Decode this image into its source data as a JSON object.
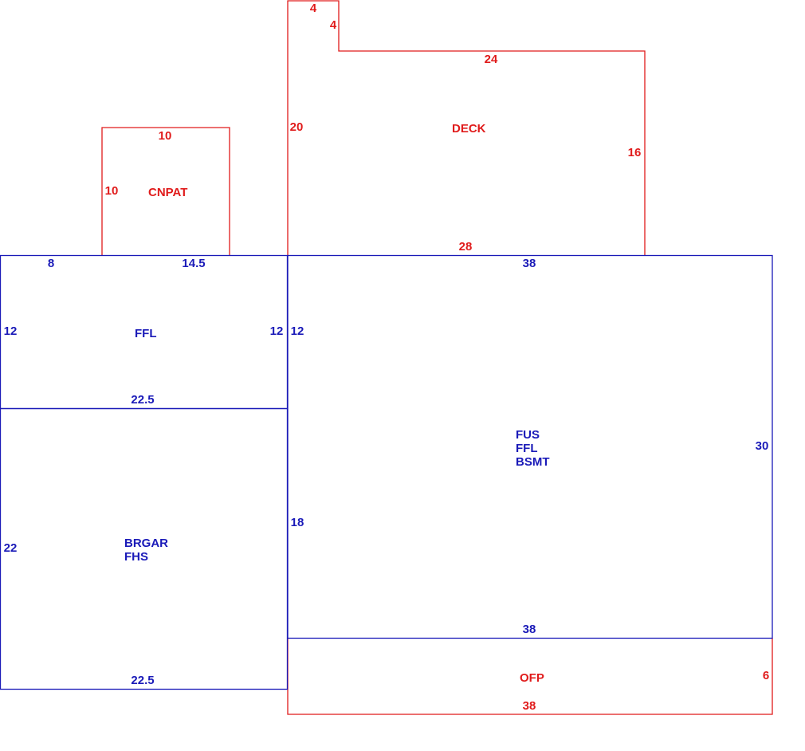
{
  "colors": {
    "addition": "#e01b1b",
    "main": "#1a1ab8"
  },
  "areas": {
    "deck": {
      "codes": [
        "DECK"
      ],
      "dims": {
        "top_notch": "4",
        "notch_side": "4",
        "top": "24",
        "left": "20",
        "right": "16",
        "bottom": "28"
      }
    },
    "cnpat": {
      "codes": [
        "CNPAT"
      ],
      "dims": {
        "top": "10",
        "left": "10"
      }
    },
    "ffl_left": {
      "codes": [
        "FFL"
      ],
      "dims": {
        "top_a": "8",
        "top_b": "14.5",
        "left": "12",
        "right": "12",
        "bottom": "22.5"
      }
    },
    "brgar": {
      "codes": [
        "BRGAR",
        "FHS"
      ],
      "dims": {
        "left": "22",
        "bottom": "22.5"
      }
    },
    "main": {
      "codes": [
        "FUS",
        "FFL",
        "BSMT"
      ],
      "dims": {
        "top": "38",
        "left_upper": "12",
        "left_lower": "18",
        "right": "30",
        "bottom": "38"
      }
    },
    "ofp": {
      "codes": [
        "OFP"
      ],
      "dims": {
        "right": "6",
        "bottom": "38"
      }
    }
  }
}
